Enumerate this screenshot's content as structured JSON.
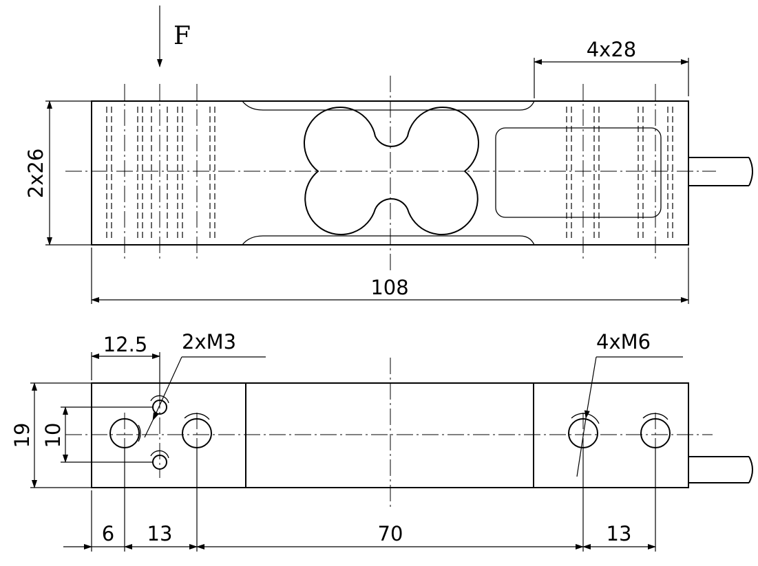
{
  "labels": {
    "force": "F",
    "top_length": "108",
    "top_width": "2x26",
    "top_right": "4x28",
    "bottom_left_offset": "12.5",
    "thread_small": "2xM3",
    "thread_large": "4xM6",
    "height": "19",
    "hole_spacing": "10",
    "dim_6": "6",
    "dim_13_left": "13",
    "dim_70": "70",
    "dim_13_right": "13"
  }
}
